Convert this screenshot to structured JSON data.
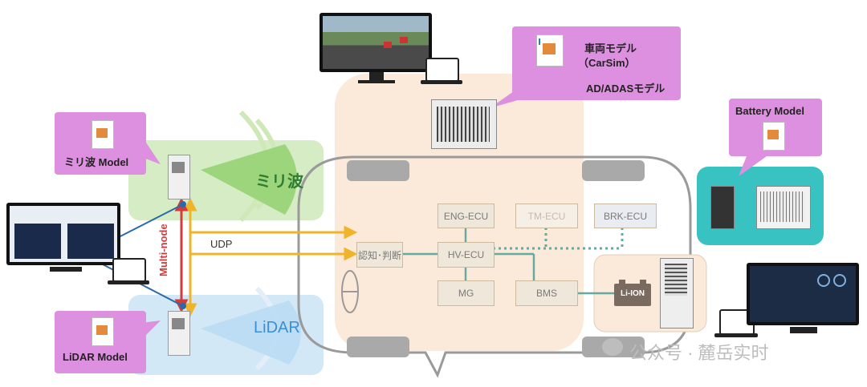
{
  "callouts": {
    "vehicle_model": "車両モデル",
    "carsim": "（CarSim）",
    "adas_model": "AD/ADASモデル",
    "battery_model": "Battery Model",
    "milliwave_model": "ミリ波 Model",
    "lidar_model": "LiDAR Model"
  },
  "zones": {
    "milliwave": "ミリ波",
    "lidar": "LiDAR"
  },
  "links": {
    "udp": "UDP",
    "multinode": "Multi-node"
  },
  "ecus": {
    "eng": "ENG-ECU",
    "tm": "TM-ECU",
    "brk": "BRK-ECU",
    "hv": "HV-ECU",
    "ninchi": "認知･判断",
    "mg": "MG",
    "bms": "BMS",
    "liion": "Li-ION"
  },
  "watermark": "公众号 · 麓岳实时",
  "colors": {
    "callout": "#dd8fe0",
    "milliwave_zone": "#d6ecc4",
    "lidar_zone": "#d3e8f6",
    "vehicle_body": "#fbe9d9",
    "battery_zone": "#39c2c2",
    "udp_arrow": "#f0b429",
    "multinode_arrow": "#d23c3c",
    "link_blue": "#2a6aa8",
    "ecu_link": "#63aaa0"
  }
}
